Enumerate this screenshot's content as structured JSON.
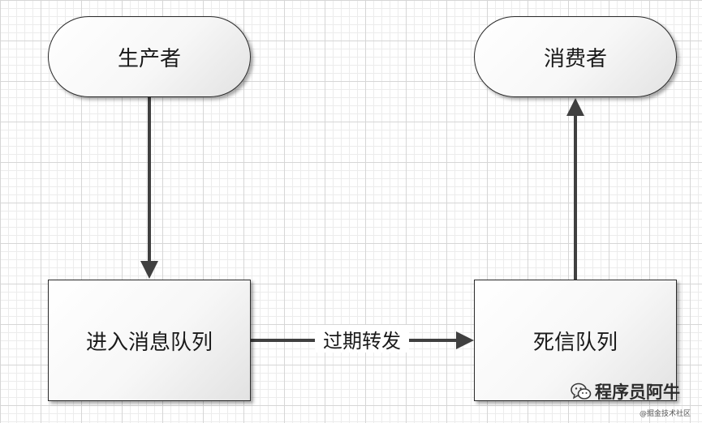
{
  "nodes": {
    "producer": "生产者",
    "consumer": "消费者",
    "queue": "进入消息队列",
    "dead_letter_queue": "死信队列"
  },
  "edges": {
    "queue_to_dlq_label": "过期转发"
  },
  "watermark": {
    "icon": "wechat-icon",
    "text": "程序员阿牛",
    "credit": "@掘金技术社区"
  },
  "colors": {
    "arrow": "#404040",
    "node_border": "#2a2a2a"
  }
}
